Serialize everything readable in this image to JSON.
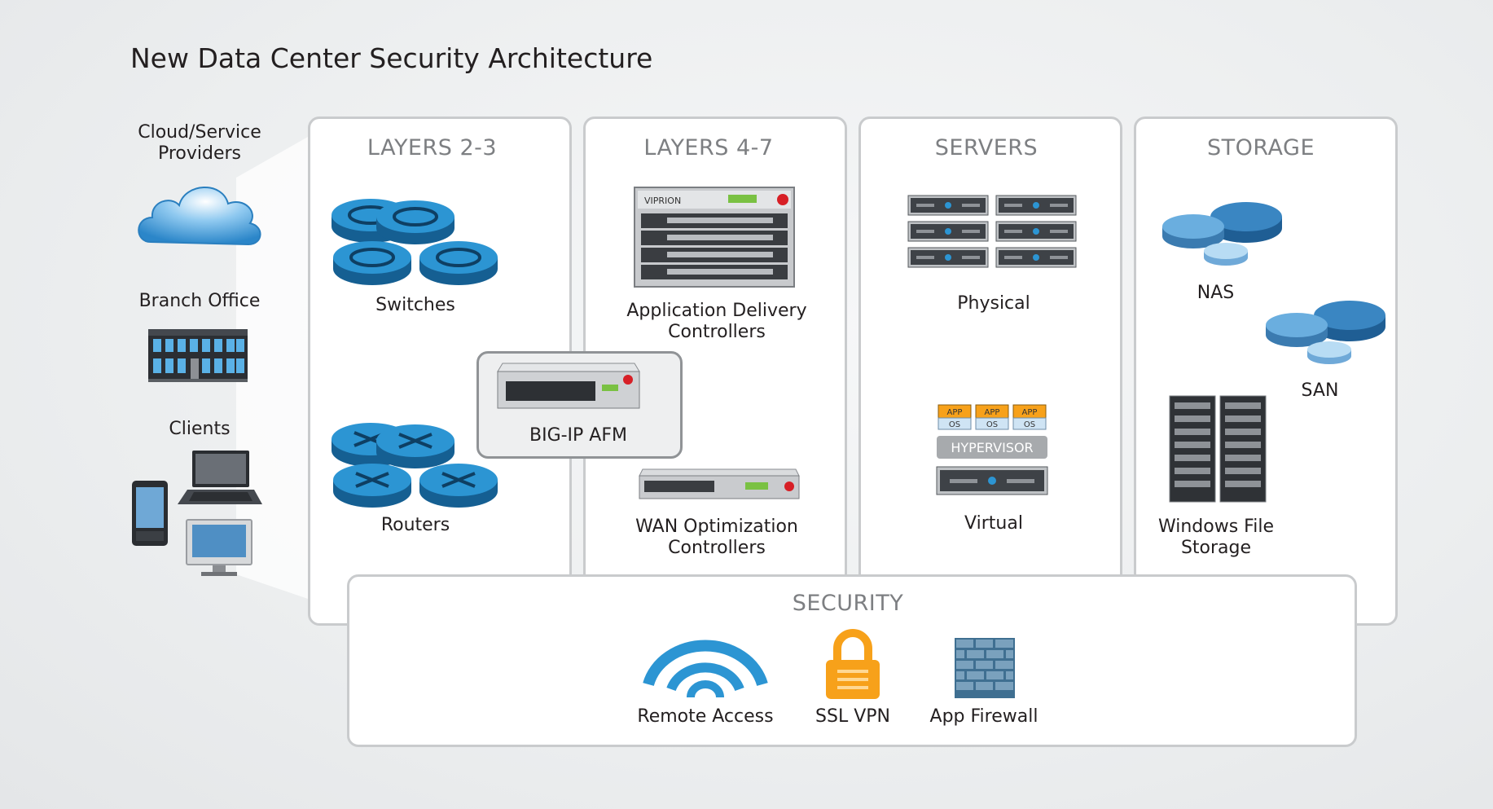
{
  "title": "New Data Center Security Architecture",
  "clients_side": {
    "cloud_label": "Cloud/Service\nProviders",
    "branch_label": "Branch Office",
    "clients_label": "Clients"
  },
  "panels": {
    "layers23": {
      "heading": "LAYERS 2-3",
      "switches": "Switches",
      "routers": "Routers"
    },
    "layers47": {
      "heading": "LAYERS 4-7",
      "adc": "Application Delivery\nControllers",
      "wan": "WAN Optimization\nControllers",
      "viprion": "VIPRION"
    },
    "servers": {
      "heading": "SERVERS",
      "physical": "Physical",
      "virtual": "Virtual",
      "app": "APP",
      "os": "OS",
      "hypervisor": "HYPERVISOR"
    },
    "storage": {
      "heading": "STORAGE",
      "nas": "NAS",
      "san": "SAN",
      "wfs": "Windows File\nStorage"
    }
  },
  "afm": {
    "label": "BIG-IP AFM"
  },
  "security": {
    "heading": "SECURITY",
    "remote_access": "Remote Access",
    "ssl_vpn": "SSL VPN",
    "app_firewall": "App Firewall"
  },
  "colors": {
    "panel_border": "#c9cbcd",
    "heading_gray": "#7d7f82",
    "device_blue": "#1f87c7",
    "lock_orange": "#f7a11a",
    "storage_blue": "#3a86c2"
  }
}
